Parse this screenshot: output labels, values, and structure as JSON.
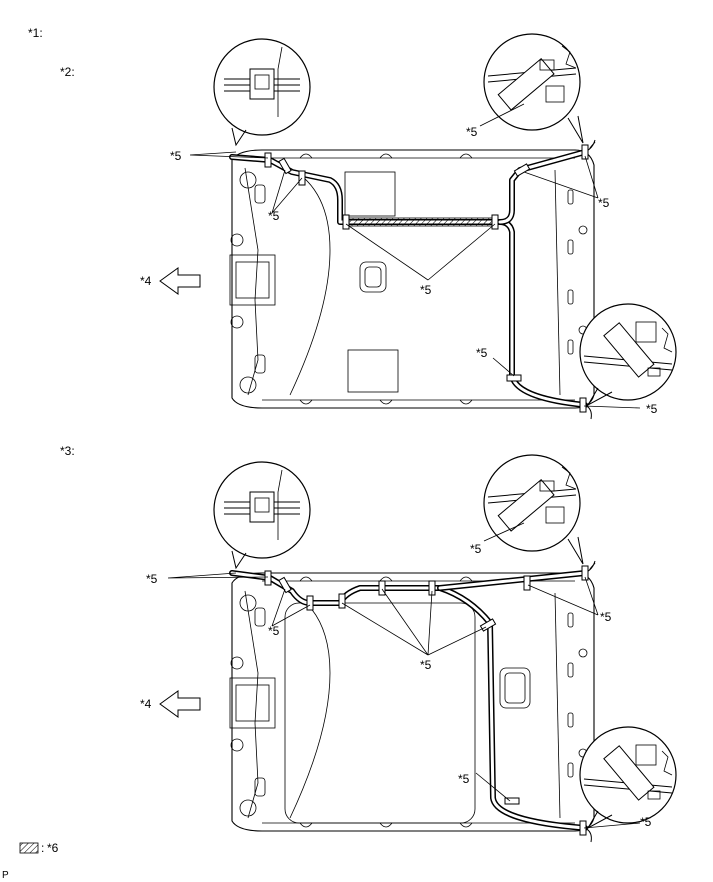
{
  "labels": {
    "l1": "*1:",
    "l2": "*2:",
    "l3": "*3:",
    "l4": "*4",
    "l5": "*5",
    "l6": "*6",
    "legend_sep": ":",
    "corner": "P"
  },
  "icons": {
    "arrow": "left-arrow-icon",
    "legend_swatch": "hatched-swatch-icon",
    "detail": "magnified-clamp-detail-icon"
  }
}
